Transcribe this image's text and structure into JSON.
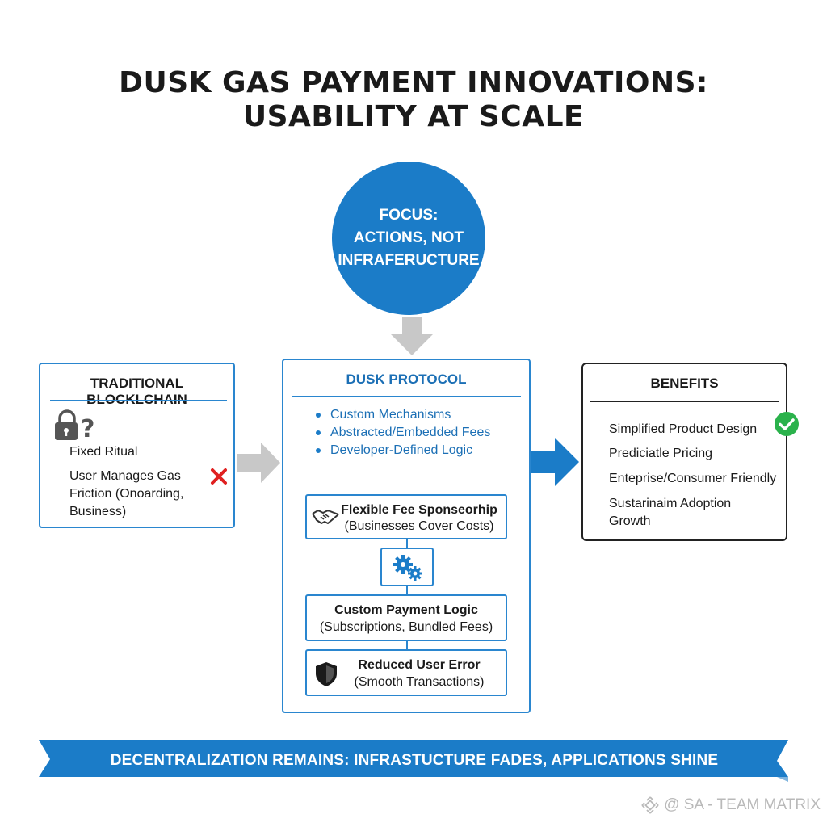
{
  "title": {
    "line1": "DUSK GAS PAYMENT INNOVATIONS:",
    "line2": "USABILITY AT SCALE"
  },
  "focus": {
    "line1": "FOCUS:",
    "line2": "ACTIONS, NOT",
    "line3": "INFRAFERUCTURE"
  },
  "traditional": {
    "heading": "TRADITIONAL BLOCKLCHAIN",
    "item1": "Fixed Ritual",
    "item2_line1": "User Manages Gas",
    "item2_line2": "Friction (Onoarding,",
    "item2_line3": "Business)"
  },
  "dusk": {
    "heading": "DUSK PROTOCOL",
    "bullets": [
      "Custom Mechanisms",
      "Abstracted/Embedded Fees",
      "Developer-Defined Logic"
    ],
    "sponsorship_title": "Flexible Fee Sponseorhip",
    "sponsorship_sub": "(Businesses Cover Costs)",
    "payment_title": "Custom Payment Logic",
    "payment_sub": "(Subscriptions, Bundled Fees)",
    "error_title": "Reduced User Error",
    "error_sub": "(Smooth Transactions)"
  },
  "benefits": {
    "heading": "BENEFITS",
    "item1": "Simplified Product Design",
    "item2": "Prediciatle Pricing",
    "item3": "Enteprise/Consumer Friendly",
    "item4_line1": "Sustarinaim Adoption",
    "item4_line2": "Growth"
  },
  "banner": {
    "text": "DECENTRALIZATION REMAINS: INFRASTUCTURE FADES, APPLICATIONS SHINE"
  },
  "watermark": {
    "text": "@ SA - TEAM MATRIX"
  },
  "colors": {
    "accent_blue": "#1b7cc8",
    "arrow_gray": "#c8c8c8",
    "error_red": "#e02020",
    "success_green": "#2bb24c"
  },
  "icons": {
    "lock": "lock-question-icon",
    "x": "red-x-icon",
    "handshake": "handshake-icon",
    "gears": "gears-icon",
    "shield": "shield-icon",
    "check": "green-check-icon",
    "watermark": "binance-logo-icon"
  }
}
